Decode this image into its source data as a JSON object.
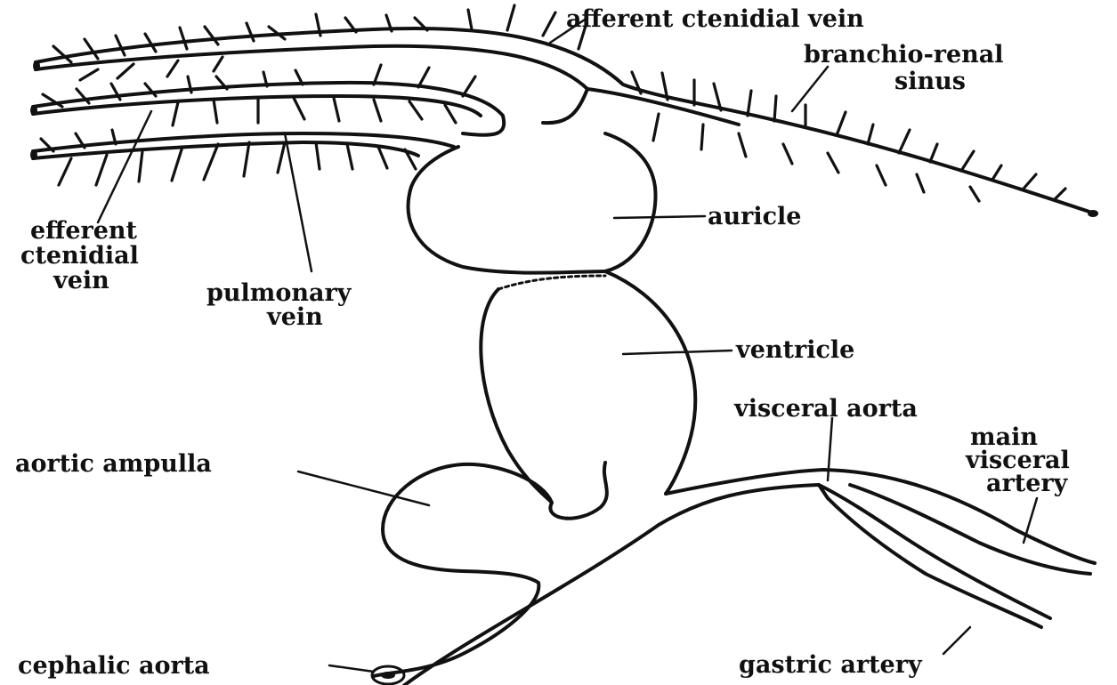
{
  "labels": {
    "afferent_ctenidial_vein": "afferent ctenidial vein",
    "branchio_renal_sinus_line1": "branchio-renal",
    "branchio_renal_sinus_line2": "sinus",
    "efferent_ctenidial_vein_line1": "efferent",
    "efferent_ctenidial_vein_line2": "ctenidial",
    "efferent_ctenidial_vein_line3": "vein",
    "pulmonary_vein_line1": "pulmonary",
    "pulmonary_vein_line2": "vein",
    "auricle": "auricle",
    "ventricle": "ventricle",
    "visceral_aorta": "visceral aorta",
    "main_visceral_artery_line1": "main",
    "main_visceral_artery_line2": "visceral",
    "main_visceral_artery_line3": "artery",
    "aortic_ampulla": "aortic ampulla",
    "cephalic_aorta": "cephalic aorta",
    "gastric_artery": "gastric artery"
  }
}
